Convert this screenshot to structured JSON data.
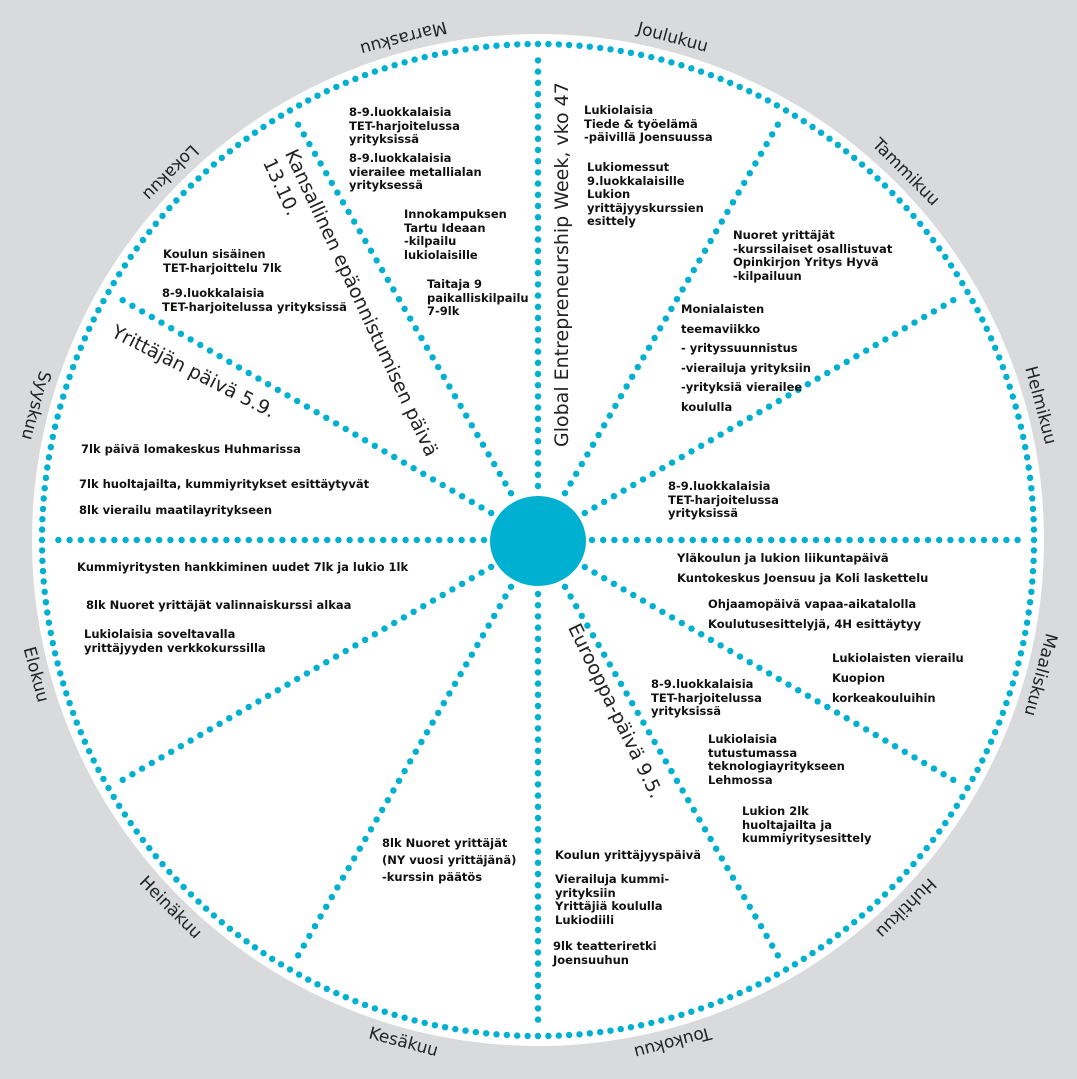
{
  "colors": {
    "accent": "#00b0d0",
    "background": "#d9dadb",
    "wheel": "#ffffff"
  },
  "months": [
    {
      "label": "Joulukuu",
      "angle": -75
    },
    {
      "label": "Tammikuu",
      "angle": -45
    },
    {
      "label": "Helmikuu",
      "angle": -15
    },
    {
      "label": "Maaliskuu",
      "angle": 15
    },
    {
      "label": "Huhtikuu",
      "angle": 45
    },
    {
      "label": "Toukokuu",
      "angle": 75
    },
    {
      "label": "Kesäkuu",
      "angle": 105
    },
    {
      "label": "Heinäkuu",
      "angle": 135
    },
    {
      "label": "Elokuu",
      "angle": 165
    },
    {
      "label": "Syyskuu",
      "angle": 195
    },
    {
      "label": "Lokakuu",
      "angle": 225
    },
    {
      "label": "Marraskuu",
      "angle": 255
    }
  ],
  "spoke_labels": {
    "global_week": "Global Entrepreneurship Week, vko 47",
    "failure_day_title": "Kansallinen epäonnistumisen päivä",
    "failure_day_date": "13.10.",
    "entrepreneur_day": "Yrittäjän päivä 5.9.",
    "europe_day": "Eurooppa-päivä 9.5."
  },
  "notes": {
    "lukio_tiede": "Lukiolaisia\nTiede & työelämä\n-päivillä Joensuussa",
    "lukiomessut": "Lukiomessut\n9.luokkalaisille\nLukion\nyrittäjyyskurssien\nesittely",
    "nuoret_yrittajat": "Nuoret yrittäjät\n-kurssilaiset osallistuvat\nOpinkirjon Yritys Hyvä\n-kilpailuun",
    "monialaisten": "Monialaisten\nteemaviikko\n- yrityssuunnistus\n-vierailuja yrityksiin\n-yrityksiä vierailee\nkoululla",
    "tet_feb": "8-9.luokkalaisia\nTET-harjoitelussa\nyrityksissä",
    "liikuntapaiva": "Yläkoulun ja lukion liikuntapäivä\nKuntokeskus Joensuu ja Koli laskettelu",
    "ohjaamopaiva": "Ohjaamopäivä vapaa-aikatalolla\nKoulutusesittelyjä, 4H esittäytyy",
    "kuopio": "Lukiolaisten vierailu\nKuopion\nkorkeakouluihin",
    "tet_apr": "8-9.luokkalaisia\nTET-harjoitelussa\nyrityksissä",
    "lehmo": "Lukiolaisia\ntutustumassa\nteknologiayritykseen\nLehmossa",
    "lukio_2lk": "Lukion 2lk\nhuoltajailta ja\nkummiyritysesittely",
    "yrittajyyspaiva": "Koulun yrittäjyyspäivä",
    "vierailuja_kummi": "Vierailuja kummi-\nyrityksiin\nYrittäjiä koululla\nLukiodiili",
    "teatteri": "9lk teatteriretki\nJoensuuhun",
    "ny_vuosi": "8lk Nuoret yrittäjät\n(NY vuosi yrittäjänä)\n-kurssin päätös",
    "kummiyritysten": "Kummiyritysten hankkiminen uudet 7lk ja lukio 1lk",
    "valinnaiskurssi": "8lk Nuoret yrittäjät valinnaiskurssi alkaa",
    "verkkokurssi": "Lukiolaisia soveltavalla\nyrittäjyyden verkkokurssilla",
    "huhmari": "7lk päivä lomakeskus Huhmarissa",
    "huoltajailta": "7lk huoltajailta, kummiyritykset esittäytyvät",
    "maatila": "8lk vierailu maatilayritykseen",
    "tet_7lk": "Koulun sisäinen\nTET-harjoittelu 7lk",
    "tet_oct": "8-9.luokkalaisia\nTET-harjoitelussa yrityksissä",
    "tet_nov": "8-9.luokkalaisia\nTET-harjoitelussa\nyrityksissä",
    "metalli": "8-9.luokkalaisia\nvierailee metallialan\nyrityksessä",
    "innokampus": "Innokampuksen\nTartu Ideaan\n-kilpailu\nlukiolaisille",
    "taitaja": "Taitaja 9\npaikalliskilpailu\n7-9lk"
  }
}
